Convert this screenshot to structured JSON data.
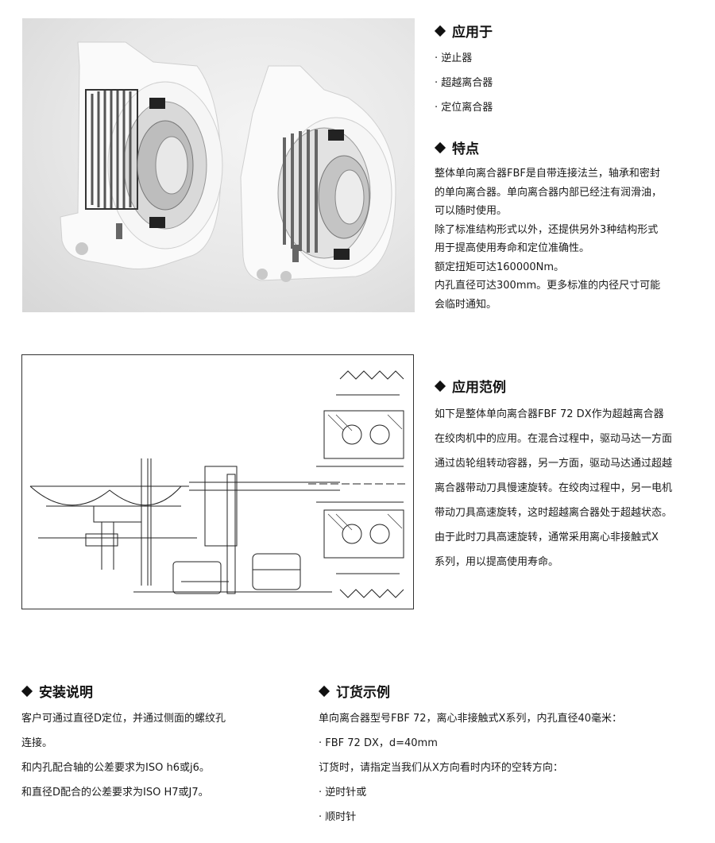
{
  "apply": {
    "title": "应用于",
    "items": [
      "· 逆止器",
      "· 超越离合器",
      "· 定位离合器"
    ]
  },
  "features": {
    "title": "特点",
    "lines": [
      "整体单向离合器FBF是自带连接法兰，轴承和密封",
      "的单向离合器。单向离合器内部已经注有润滑油，",
      "可以随时使用。",
      "除了标准结构形式以外，还提供另外3种结构形式",
      "用于提高使用寿命和定位准确性。",
      "额定扭矩可达160000Nm。",
      "内孔直径可达300mm。更多标准的内径尺寸可能",
      "会临时通知。"
    ]
  },
  "example": {
    "title": "应用范例",
    "lines": [
      "如下是整体单向离合器FBF 72 DX作为超越离合器",
      "在绞肉机中的应用。在混合过程中，驱动马达一方面",
      "通过齿轮组转动容器，另一方面，驱动马达通过超越",
      "离合器带动刀具慢速旋转。在绞肉过程中，另一电机",
      "带动刀具高速旋转，这时超越离合器处于超越状态。",
      "由于此时刀具高速旋转，通常采用离心非接触式X",
      "系列，用以提高使用寿命。"
    ]
  },
  "install": {
    "title": "安装说明",
    "lines": [
      "客户可通过直径D定位，并通过侧面的螺纹孔",
      "连接。",
      "和内孔配合轴的公差要求为ISO h6或j6。",
      "和直径D配合的公差要求为ISO H7或J7。"
    ]
  },
  "order": {
    "title": "订货示例",
    "lines": [
      "单向离合器型号FBF 72，离心非接触式X系列，内孔直径40毫米：",
      "· FBF 72 DX，d=40mm",
      "订货时，请指定当我们从X方向看时内环的空转方向：",
      "· 逆时针或",
      "· 顺时针"
    ]
  }
}
